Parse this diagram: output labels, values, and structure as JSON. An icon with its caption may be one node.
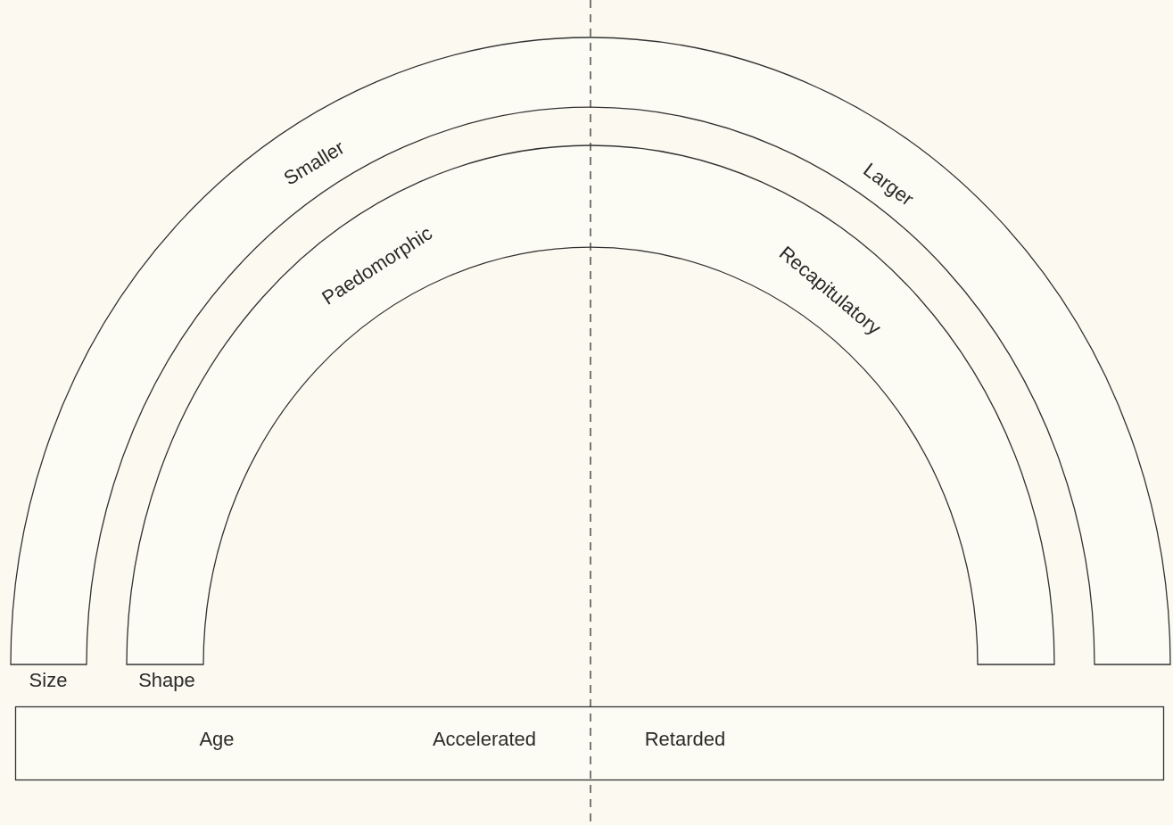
{
  "diagram": {
    "nodes": [
      {
        "text": [
          "Smaller",
          "Larger",
          "Size"
        ]
      },
      {
        "text": [
          "Paedomorphic",
          "Recapitulatory",
          "Shape"
        ]
      },
      {
        "text": [
          "Age",
          "Accelerated",
          "Retarded"
        ]
      }
    ]
  }
}
